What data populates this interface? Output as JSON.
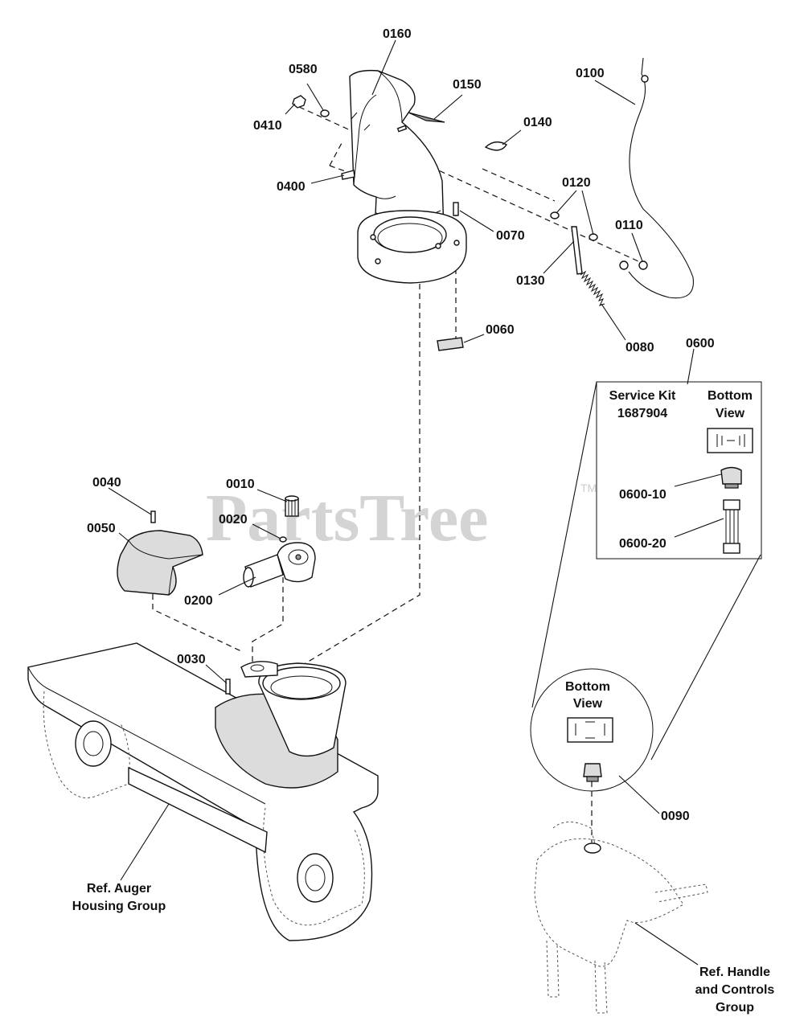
{
  "watermark": {
    "text": "PartsTree",
    "tm": "TM"
  },
  "parts": {
    "p0010": "0010",
    "p0020": "0020",
    "p0030": "0030",
    "p0040": "0040",
    "p0050": "0050",
    "p0060": "0060",
    "p0070": "0070",
    "p0080": "0080",
    "p0090": "0090",
    "p0100": "0100",
    "p0110": "0110",
    "p0120": "0120",
    "p0130": "0130",
    "p0140": "0140",
    "p0150": "0150",
    "p0160": "0160",
    "p0200": "0200",
    "p0400": "0400",
    "p0410": "0410",
    "p0580": "0580",
    "p0600": "0600",
    "p0600_10": "0600-10",
    "p0600_20": "0600-20"
  },
  "service_kit": {
    "line1": "Service Kit",
    "line2": "1687904",
    "bottom_line1": "Bottom",
    "bottom_line2": "View"
  },
  "detail_circle": {
    "line1": "Bottom",
    "line2": "View"
  },
  "references": {
    "auger_line1": "Ref. Auger",
    "auger_line2": "Housing Group",
    "handle_line1": "Ref. Handle",
    "handle_line2": "and Controls",
    "handle_line3": "Group"
  }
}
